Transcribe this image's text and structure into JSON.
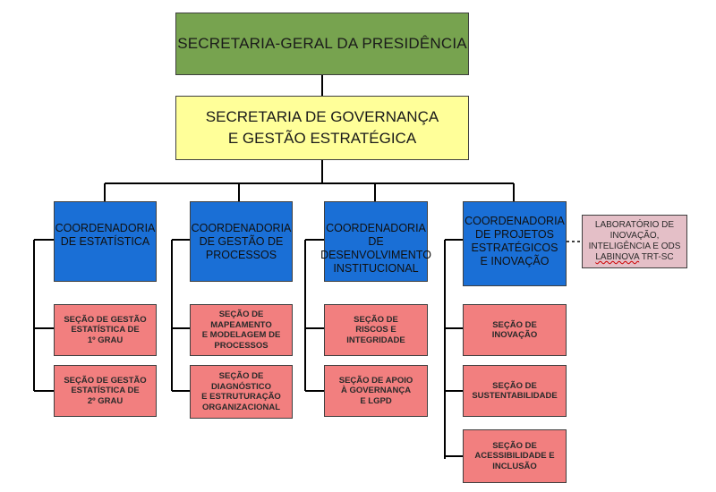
{
  "top": {
    "label": "SECRETARIA-GERAL DA PRESIDÊNCIA"
  },
  "governance": {
    "label": "SECRETARIA DE GOVERNANÇA\nE GESTÃO ESTRATÉGICA"
  },
  "coordinations": [
    {
      "label": "COORDENADORIA\nDE ESTATÍSTICA",
      "sections": [
        "SEÇÃO DE GESTÃO\nESTATÍSTICA DE\n1º GRAU",
        "SEÇÃO DE GESTÃO\nESTATÍSTICA DE\n2º GRAU"
      ]
    },
    {
      "label": "COORDENADORIA\nDE GESTÃO DE\nPROCESSOS",
      "sections": [
        "SEÇÃO DE\nMAPEAMENTO\nE MODELAGEM DE\nPROCESSOS",
        "SEÇÃO DE\nDIAGNÓSTICO\nE ESTRUTURAÇÃO\nORGANIZACIONAL"
      ]
    },
    {
      "label": "COORDENADORIA DE\nDESENVOLVIMENTO\nINSTITUCIONAL",
      "sections": [
        "SEÇÃO DE\nRISCOS E\nINTEGRIDADE",
        "SEÇÃO DE APOIO\nÀ GOVERNANÇA\nE LGPD"
      ]
    },
    {
      "label": "COORDENADORIA\nDE PROJETOS\nESTRATÉGICOS\nE INOVAÇÃO",
      "sections": [
        "SEÇÃO DE\nINOVAÇÃO",
        "SEÇÃO DE\nSUSTENTABILIDADE",
        "SEÇÃO DE\nACESSIBILIDADE E\nINCLUSÃO"
      ]
    }
  ],
  "lab": {
    "line1": "LABORATÓRIO DE",
    "line2": "INOVAÇÃO,",
    "line3": "INTELIGÊNCIA E ODS",
    "line4a": "LABINOVA",
    "line4b": " TRT-SC"
  },
  "colors": {
    "top": "#77a34f",
    "governance": "#ffff99",
    "coordination": "#1a6fd6",
    "section": "#f27f7f",
    "lab": "#e4bfc7"
  }
}
